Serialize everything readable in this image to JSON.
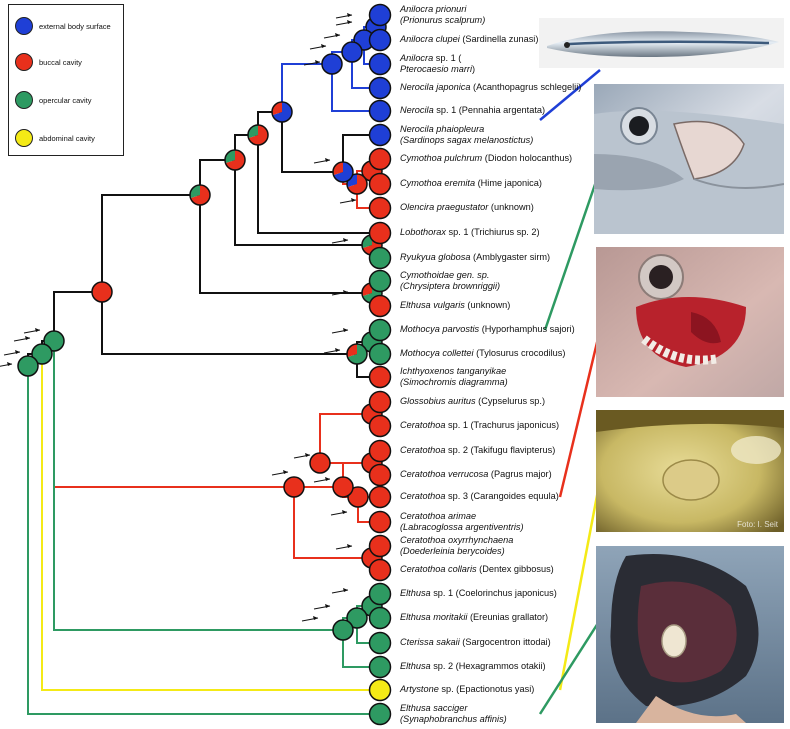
{
  "legend": {
    "items": [
      {
        "label": "external body surface",
        "color": "#1f3fd6"
      },
      {
        "label": "buccal cavity",
        "color": "#e8301c"
      },
      {
        "label": "opercular cavity",
        "color": "#2e9a62"
      },
      {
        "label": "abdominal cavity",
        "color": "#f4ea16"
      }
    ]
  },
  "taxa": [
    {
      "lines": [
        [
          "Anilocra prionuri",
          ""
        ],
        [
          "(Prionurus scalprum)",
          ""
        ]
      ],
      "state": "external"
    },
    {
      "lines": [
        [
          "Anilocra clupei",
          " (Sardinella zunasi)"
        ]
      ],
      "state": "external"
    },
    {
      "lines": [
        [
          "Anilocra",
          " sp. 1 ("
        ],
        [
          "Pterocaesio marri",
          ")"
        ]
      ],
      "state": "external"
    },
    {
      "lines": [
        [
          "Nerocila japonica",
          " (Acanthopagrus schlegelii)"
        ]
      ],
      "state": "external"
    },
    {
      "lines": [
        [
          "Nerocila",
          " sp. 1 (Pennahia argentata)"
        ]
      ],
      "state": "external"
    },
    {
      "lines": [
        [
          "Nerocila phaiopleura",
          ""
        ],
        [
          "(Sardinops sagax melanostictus)",
          ""
        ]
      ],
      "state": "external"
    },
    {
      "lines": [
        [
          "Cymothoa pulchrum",
          " (Diodon holocanthus)"
        ]
      ],
      "state": "buccal"
    },
    {
      "lines": [
        [
          "Cymothoa eremita",
          " (Hime japonica)"
        ]
      ],
      "state": "buccal"
    },
    {
      "lines": [
        [
          "Olencira praegustator",
          " (unknown)"
        ]
      ],
      "state": "buccal"
    },
    {
      "lines": [
        [
          "Lobothorax",
          " sp. 1 (Trichiurus sp. 2)"
        ]
      ],
      "state": "buccal"
    },
    {
      "lines": [
        [
          "Ryukyua globosa",
          " (Amblygaster sirm)"
        ]
      ],
      "state": "opercular"
    },
    {
      "lines": [
        [
          "Cymothoidae gen. sp.",
          ""
        ],
        [
          "(Chrysiptera brownriggii)",
          ""
        ]
      ],
      "state": "opercular"
    },
    {
      "lines": [
        [
          "Elthusa vulgaris",
          " (unknown)"
        ]
      ],
      "state": "buccal"
    },
    {
      "lines": [
        [
          "Mothocya parvostis",
          " (Hyporhamphus sajori)"
        ]
      ],
      "state": "opercular"
    },
    {
      "lines": [
        [
          "Mothocya collettei",
          " (Tylosurus crocodilus)"
        ]
      ],
      "state": "opercular"
    },
    {
      "lines": [
        [
          "Ichthyoxenos tanganyikae",
          ""
        ],
        [
          "(Simochromis diagramma)",
          ""
        ]
      ],
      "state": "buccal"
    },
    {
      "lines": [
        [
          "Glossobius auritus",
          " (Cypselurus sp.)"
        ]
      ],
      "state": "buccal"
    },
    {
      "lines": [
        [
          "Ceratothoa",
          " sp. 1 (Trachurus japonicus)"
        ]
      ],
      "state": "buccal"
    },
    {
      "lines": [
        [
          "Ceratothoa",
          " sp. 2 (Takifugu flavipterus)"
        ]
      ],
      "state": "buccal"
    },
    {
      "lines": [
        [
          "Ceratothoa verrucosa",
          " (Pagrus major)"
        ]
      ],
      "state": "buccal"
    },
    {
      "lines": [
        [
          "Ceratothoa",
          " sp. 3 (Carangoides equula)"
        ]
      ],
      "state": "buccal"
    },
    {
      "lines": [
        [
          "Ceratothoa arimae",
          ""
        ],
        [
          "(Labracoglossa argentiventris)",
          ""
        ]
      ],
      "state": "buccal"
    },
    {
      "lines": [
        [
          "Ceratothoa oxyrrhynchaena",
          ""
        ],
        [
          "(Doederleinia berycoides)",
          ""
        ]
      ],
      "state": "buccal"
    },
    {
      "lines": [
        [
          "Ceratothoa collaris",
          " (Dentex gibbosus)"
        ]
      ],
      "state": "buccal"
    },
    {
      "lines": [
        [
          "Elthusa",
          " sp. 1 (Coelorinchus japonicus)"
        ]
      ],
      "state": "opercular"
    },
    {
      "lines": [
        [
          "Elthusa moritakii",
          " (Ereunias grallator)"
        ]
      ],
      "state": "opercular"
    },
    {
      "lines": [
        [
          "Cterissa sakaii",
          " (Sargocentron ittodai)"
        ]
      ],
      "state": "opercular"
    },
    {
      "lines": [
        [
          "Elthusa",
          " sp. 2 (Hexagrammos otakii)"
        ]
      ],
      "state": "opercular"
    },
    {
      "lines": [
        [
          "Artystone",
          " sp. (Epactionotus yasi)"
        ]
      ],
      "state": "abdominal"
    },
    {
      "lines": [
        [
          "Elthusa sacciger",
          ""
        ],
        [
          "(Synaphobranchus affinis)",
          ""
        ]
      ],
      "state": "opercular"
    }
  ],
  "photos": [
    {
      "name": "sardine-photo",
      "watermark": ""
    },
    {
      "name": "fish-head-gill-photo",
      "watermark": ""
    },
    {
      "name": "fish-mouth-photo",
      "watermark": ""
    },
    {
      "name": "abdominal-cavity-photo",
      "watermark": "Foto: I. Seit"
    },
    {
      "name": "open-mouth-fish-photo",
      "watermark": ""
    }
  ]
}
